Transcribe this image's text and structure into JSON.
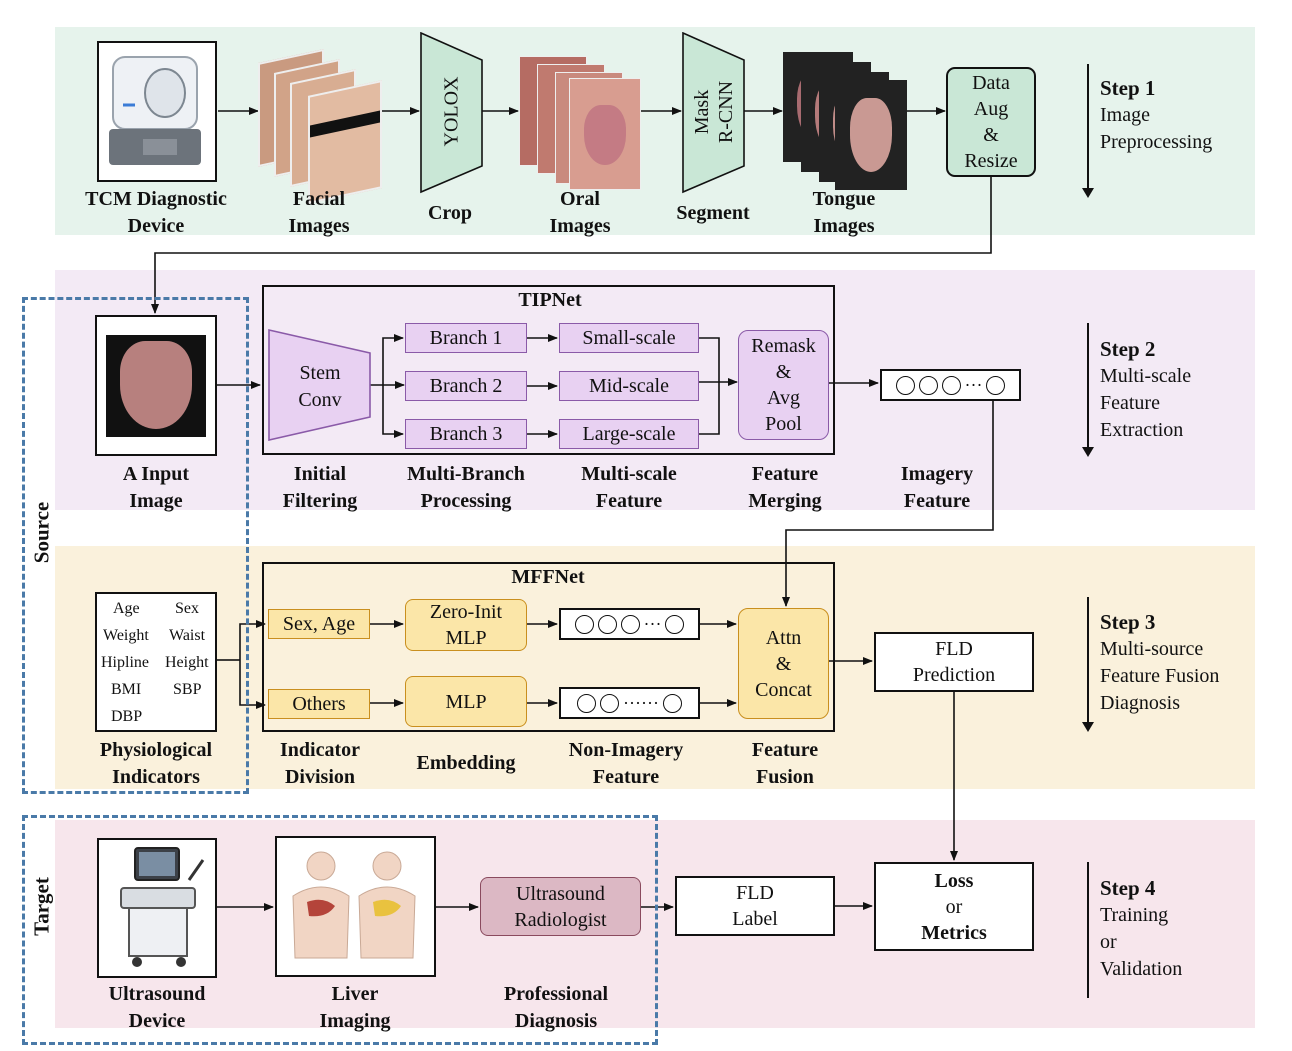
{
  "step1": {
    "tcm_device_label": "TCM Diagnostic\nDevice",
    "facial_label": "Facial\nImages",
    "yolox": "YOLOX",
    "crop_label": "Crop",
    "oral_label": "Oral\nImages",
    "maskrcnn": "Mask\nR-CNN",
    "segment_label": "Segment",
    "tongue_label": "Tongue\nImages",
    "data_aug": "Data\nAug\n&\nResize",
    "step_title": "Step 1",
    "step_desc": "Image\nPreprocessing"
  },
  "step2": {
    "tipnet_title": "TIPNet",
    "stem_conv": "Stem\nConv",
    "branch1": "Branch 1",
    "branch2": "Branch 2",
    "branch3": "Branch 3",
    "small": "Small-scale",
    "mid": "Mid-scale",
    "large": "Large-scale",
    "remask": "Remask\n&\nAvg\nPool",
    "input_label": "A Input\nImage",
    "initial_label": "Initial\nFiltering",
    "multibranch_label": "Multi-Branch\nProcessing",
    "multiscale_label": "Multi-scale\nFeature",
    "merging_label": "Feature\nMerging",
    "imagery_label": "Imagery\nFeature",
    "step_title": "Step 2",
    "step_desc": "Multi-scale\nFeature\nExtraction"
  },
  "step3": {
    "mffnet_title": "MFFNet",
    "indicators": [
      "Age",
      "Sex",
      "Weight",
      "Waist",
      "Hipline",
      "Height",
      "BMI",
      "SBP",
      "DBP"
    ],
    "sex_age": "Sex, Age",
    "others": "Others",
    "zero_init": "Zero-Init\nMLP",
    "mlp": "MLP",
    "attn": "Attn\n&\nConcat",
    "fld_prediction": "FLD\nPrediction",
    "phys_label": "Physiological\nIndicators",
    "division_label": "Indicator\nDivision",
    "embedding_label": "Embedding",
    "nonimagery_label": "Non-Imagery\nFeature",
    "fusion_label": "Feature\nFusion",
    "step_title": "Step 3",
    "step_desc": "Multi-source\nFeature Fusion\nDiagnosis"
  },
  "step4": {
    "ultrasound_label": "Ultrasound\nDevice",
    "liver_label": "Liver\nImaging",
    "professional_label": "Professional\nDiagnosis",
    "radiologist": "Ultrasound\nRadiologist",
    "fld_label": "FLD\nLabel",
    "loss_line1": "Loss",
    "loss_line2": "or",
    "loss_line3": "Metrics",
    "step_title": "Step 4",
    "step_desc": "Training\nor\nValidation"
  },
  "source_label": "Source",
  "target_label": "Target",
  "colors": {
    "band1": "#e6f3ec",
    "band2": "#f3eaf5",
    "band3": "#faf1dc",
    "band4": "#f7e6ec",
    "purple_box": "#e8d1f2",
    "yellow_box": "#fbe6a8",
    "radiologist_box": "#dcb8c4",
    "dashed": "#4a7aa8"
  }
}
